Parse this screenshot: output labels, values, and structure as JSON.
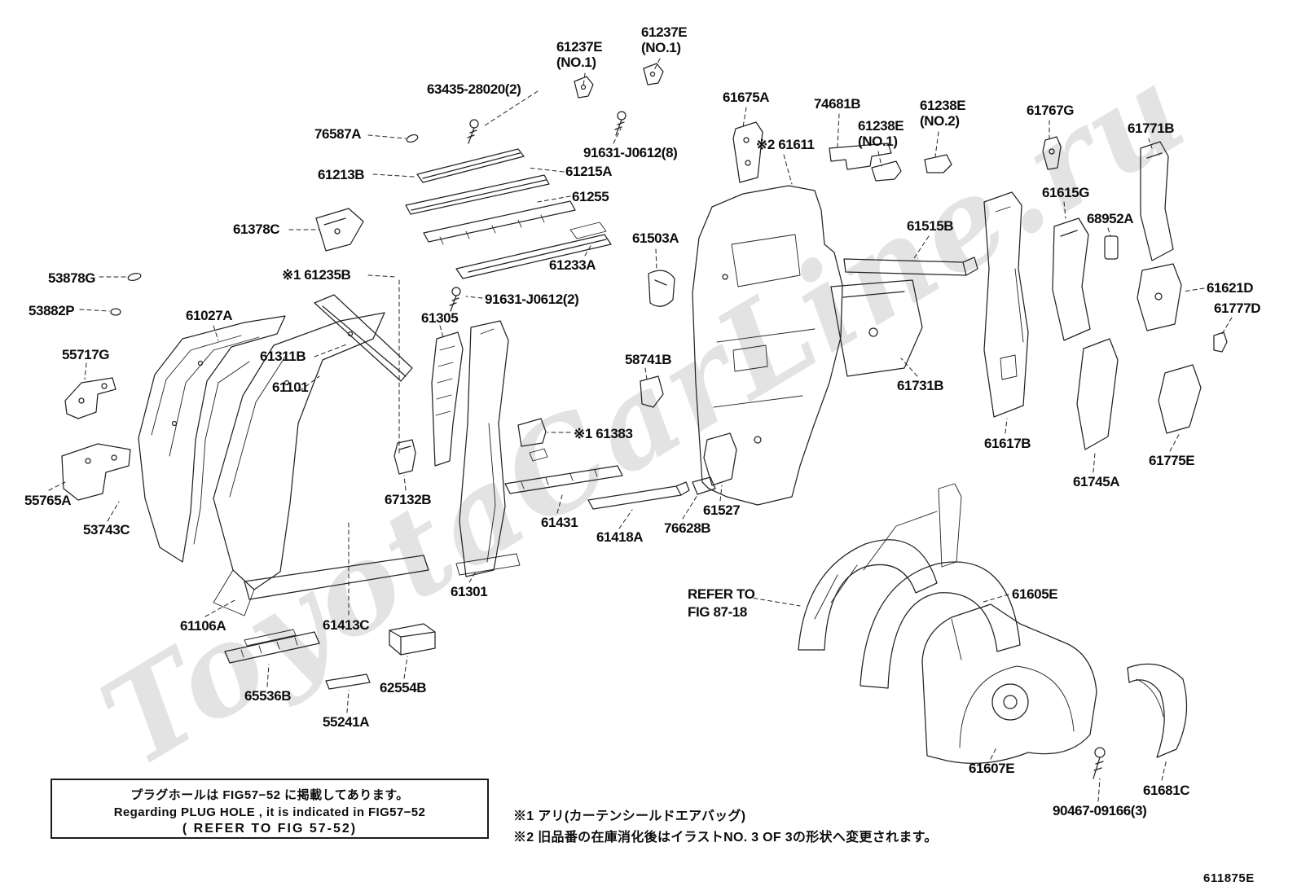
{
  "watermark": {
    "text": "ToyotaCarLine.ru"
  },
  "diagram_code": "611875E",
  "labels": [
    {
      "text": "61237E"
    },
    {
      "text": "(NO.1)"
    },
    {
      "text": "61237E"
    },
    {
      "text": "(NO.1)"
    },
    {
      "text": "63435-28020(2)"
    },
    {
      "text": "76587A"
    },
    {
      "text": "91631-J0612(8)"
    },
    {
      "text": "61213B"
    },
    {
      "text": "61215A"
    },
    {
      "text": "61255"
    },
    {
      "text": "61378C"
    },
    {
      "text": "61675A"
    },
    {
      "text": "74681B"
    },
    {
      "text": "61238E"
    },
    {
      "text": "(NO.1)"
    },
    {
      "text": "61238E"
    },
    {
      "text": "(NO.2)"
    },
    {
      "text": "61767G"
    },
    {
      "text": "61771B"
    },
    {
      "text": "※2 61611"
    },
    {
      "text": "61615G"
    },
    {
      "text": "68952A"
    },
    {
      "text": "61515B"
    },
    {
      "text": "61503A"
    },
    {
      "text": "61233A"
    },
    {
      "text": "53878G"
    },
    {
      "text": "※1 61235B"
    },
    {
      "text": "53882P"
    },
    {
      "text": "61027A"
    },
    {
      "text": "91631-J0612(2)"
    },
    {
      "text": "61305"
    },
    {
      "text": "61621D"
    },
    {
      "text": "61777D"
    },
    {
      "text": "55717G"
    },
    {
      "text": "61311B"
    },
    {
      "text": "61101"
    },
    {
      "text": "58741B"
    },
    {
      "text": "61731B"
    },
    {
      "text": "61617B"
    },
    {
      "text": "※1 61383"
    },
    {
      "text": "61775E"
    },
    {
      "text": "61745A"
    },
    {
      "text": "55765A"
    },
    {
      "text": "53743C"
    },
    {
      "text": "67132B"
    },
    {
      "text": "61431"
    },
    {
      "text": "61418A"
    },
    {
      "text": "76628B"
    },
    {
      "text": "61527"
    },
    {
      "text": "61301"
    },
    {
      "text": "61106A"
    },
    {
      "text": "61413C"
    },
    {
      "text": "REFER TO"
    },
    {
      "text": "FIG 87-18"
    },
    {
      "text": "61605E"
    },
    {
      "text": "65536B"
    },
    {
      "text": "62554B"
    },
    {
      "text": "55241A"
    },
    {
      "text": "61607E"
    },
    {
      "text": "90467-09166(3)"
    },
    {
      "text": "61681C"
    }
  ],
  "info_box": {
    "line1_ja": "プラグホールは FIG57−52 に掲載してあります。",
    "line2_en": "Regarding PLUG HOLE , it is indicated in FIG57−52",
    "line3_ref": "( REFER TO FIG 57-52)"
  },
  "notes": {
    "note1": "※1 アリ(カーテンシールドエアバッグ)",
    "note2": "※2 旧品番の在庫消化後はイラストNO. 3 OF 3の形状へ変更されます。"
  }
}
